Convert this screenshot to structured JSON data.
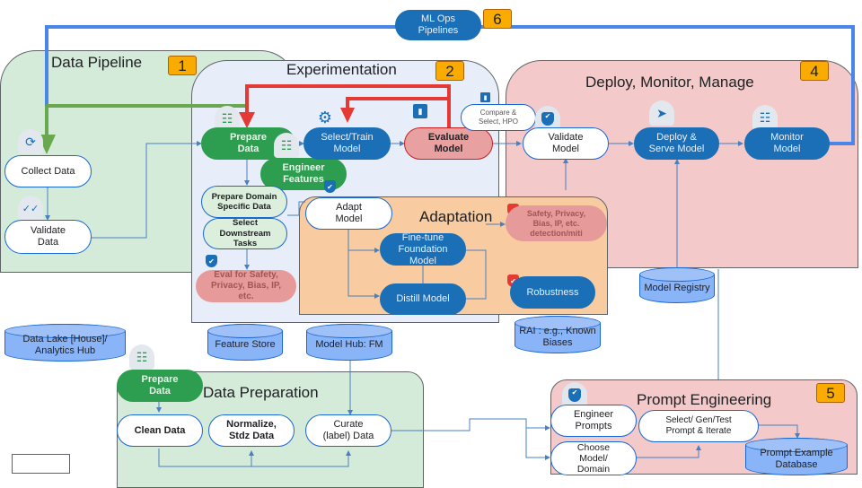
{
  "panels": {
    "data_pipeline": {
      "title": "Data Pipeline",
      "badge": "1"
    },
    "experimentation": {
      "title": "Experimentation",
      "badge": "2"
    },
    "deploy": {
      "title": "Deploy, Monitor, Manage",
      "badge": "4"
    },
    "adaptation": {
      "title": "Adaptation"
    },
    "data_preparation": {
      "title": "Data Preparation"
    },
    "prompt_engineering": {
      "title": "Prompt Engineering",
      "badge": "5"
    }
  },
  "mlops": {
    "label": "ML Ops Pipelines",
    "badge": "6"
  },
  "nodes": {
    "collect_data": "Collect Data",
    "validate_data": "Validate Data",
    "prepare_data": "Prepare Data",
    "select_train": "Select/Train Model",
    "evaluate_model": "Evaluate Model",
    "engineer_features": "Engineer Features",
    "compare_select": "Compare & Select, HPO",
    "validate_model": "Validate Model",
    "deploy_serve": "Deploy & Serve Model",
    "monitor_model": "Monitor Model",
    "prepare_domain": "Prepare Domain Specific Data",
    "select_downstream": "Select Downstream Tasks",
    "eval_safety": "Eval for Safety, Privacy, Bias, IP, etc.",
    "adapt_model": "Adapt Model",
    "finetune": "Fine-tune Foundation Model",
    "distill": "Distill Model",
    "safety_detection": "Safety, Privacy, Bias, IP, etc. detection/miti",
    "robustness": "Robustness",
    "prep_prepare_data": "Prepare Data",
    "clean_data": "Clean Data",
    "normalize": "Normalize, Stdz Data",
    "curate": "Curate (label) Data",
    "engineer_prompts": "Engineer Prompts",
    "choose_model": "Choose Model/ Domain",
    "select_gen_test": "Select/ Gen/Test Prompt & Iterate"
  },
  "stores": {
    "data_lake": "Data Lake [House]/ Analytics Hub",
    "feature_store": "Feature Store",
    "model_hub": "Model Hub: FM",
    "model_registry": "Model Registry",
    "rai": "RAI : e.g., Known Biases",
    "prompt_db": "Prompt Example Database"
  },
  "icons": {
    "tune": "☷",
    "gear": "⚙",
    "chart": "▮",
    "shield": "✔",
    "send": "➤",
    "refresh": "⟳",
    "check": "✓✓"
  },
  "colors": {
    "mlops_line": "#4a86e8",
    "feedback_red": "#e53935",
    "data_green": "#6aa84f",
    "connector": "#4a7fc1"
  }
}
